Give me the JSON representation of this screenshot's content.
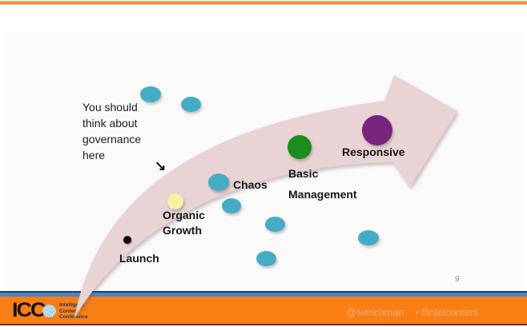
{
  "slide": {
    "annotation": {
      "text": "You should\nthink about\ngovernance\nhere",
      "arrow_icon": "↘"
    },
    "stages": [
      {
        "label": "Launch"
      },
      {
        "label": "Organic\nGrowth"
      },
      {
        "label": "Chaos"
      },
      {
        "label": "Basic\nManagement"
      },
      {
        "label": "Responsive"
      }
    ],
    "page_number": "9"
  },
  "footer": {
    "logo": {
      "text": "ICC",
      "caption": "Intelligent\nContent\nConference"
    },
    "handle": "@lwelchman",
    "separator": "•",
    "hashtag": "#intelcontent"
  },
  "colors": {
    "accent-orange": "#fb7e14",
    "top-bar-orange": "#f58b3c",
    "footer-blue": "#4788c7",
    "footer-navy": "#1e3c5f",
    "footer-edge": "#66300a",
    "arrow-pink": "#e9d3d5",
    "dot-teal": "#45acc5",
    "dot-yellow": "#f7f2a2",
    "dot-green": "#1c8c1e",
    "dot-purple": "#7a2480",
    "dot-black": "#0a0a0a",
    "page-number-gray": "#8a8a8a",
    "footer-text": "#fbae79",
    "fan-light": "#ddeef8",
    "fan-dark": "#8fc3e0"
  }
}
